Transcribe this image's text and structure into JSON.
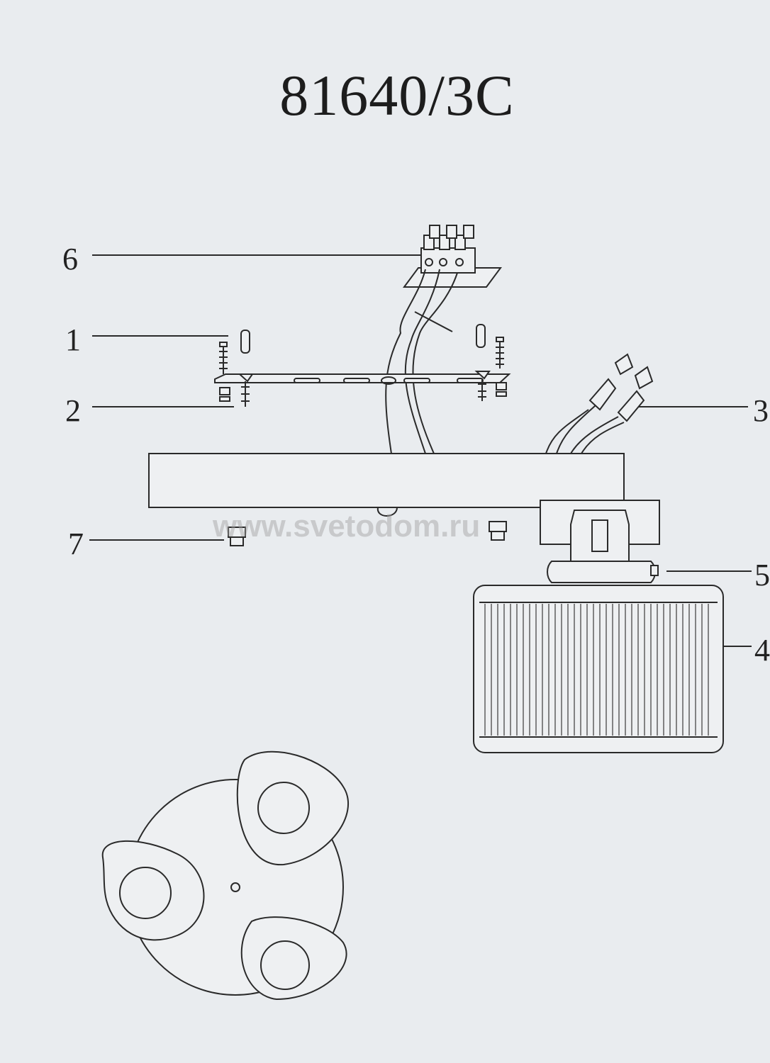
{
  "title": "81640/3C",
  "watermark": "www.svetodom.ru",
  "callouts": [
    "1",
    "2",
    "3",
    "4",
    "5",
    "6",
    "7"
  ]
}
